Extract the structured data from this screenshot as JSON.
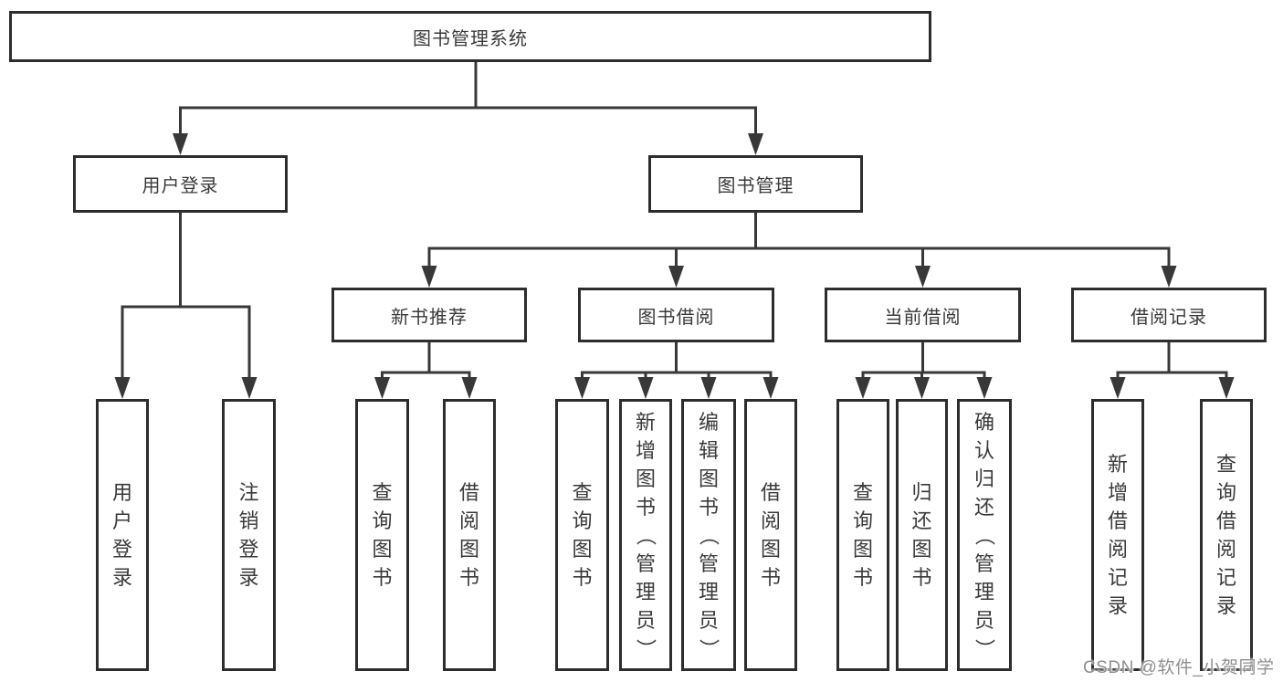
{
  "diagram": {
    "root": {
      "label": "图书管理系统"
    },
    "level2": [
      {
        "label": "用户登录"
      },
      {
        "label": "图书管理"
      }
    ],
    "level3": [
      {
        "label": "新书推荐"
      },
      {
        "label": "图书借阅"
      },
      {
        "label": "当前借阅"
      },
      {
        "label": "借阅记录"
      }
    ],
    "leaves": {
      "user_login": [
        "用户登录",
        "注销登录"
      ],
      "new_book": [
        "查询图书",
        "借阅图书"
      ],
      "book_borrow": [
        "查询图书",
        "新增图书（管理员）",
        "编辑图书（管理员）",
        "借阅图书"
      ],
      "current_borrow": [
        "查询图书",
        "归还图书",
        "确认归还（管理员）"
      ],
      "borrow_record": [
        "新增借阅记录",
        "查询借阅记录"
      ]
    },
    "colors": {
      "box_border": "#2d2d2d",
      "line": "#383838",
      "text": "#3a3a3a",
      "background": "#ffffff"
    }
  },
  "watermark": {
    "text": "CSDN @软件_小贺同学",
    "color": "#8f8f8f"
  }
}
